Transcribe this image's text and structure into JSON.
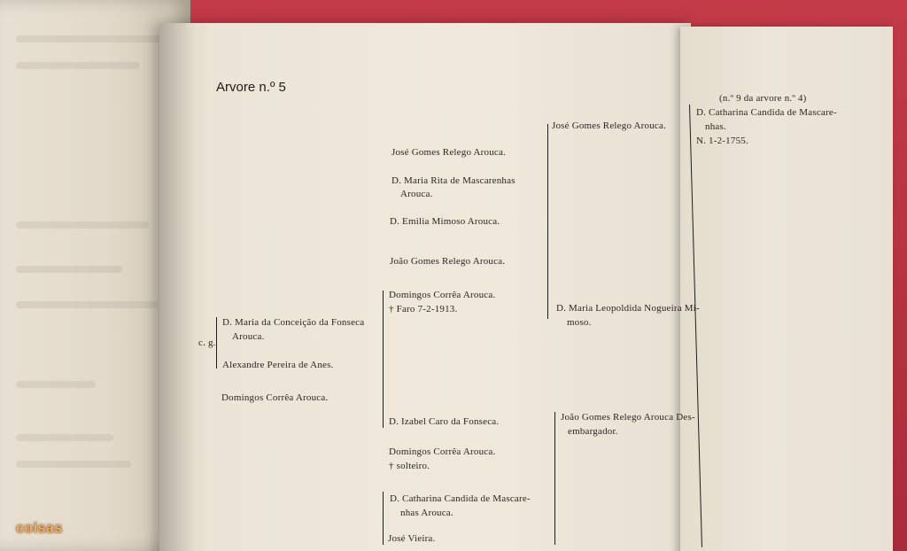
{
  "title": "Arvore n.º 5",
  "col1": {
    "cg": "c. g.",
    "maria_line1": "D. Maria da Conceição da Fonseca",
    "maria_line2": "Arouca.",
    "alexandre": "Alexandre Pereira de Anes.",
    "domingos": "Domingos Corrêa Arouca."
  },
  "col2": {
    "jose": "José Gomes Relego Arouca.",
    "maria_rita_line1": "D. Maria Rita de Mascarenhas",
    "maria_rita_line2": "Arouca.",
    "emilia": "D. Emilia Mimoso Arouca.",
    "joao": "João Gomes Relego Arouca.",
    "domingos_line1": "Domingos Corrêa Arouca.",
    "domingos_line2": "† Faro 7-2-1913.",
    "izabel": "D. Izabel Caro da Fonseca.",
    "domingos2_line1": "Domingos Corrêa Arouca.",
    "domingos2_line2": "† solteiro.",
    "catharina_line1": "D. Catharina Candida de Mascare-",
    "catharina_line2": "nhas Arouca.",
    "jose_vieira": "José Vieira."
  },
  "col3": {
    "jose": "José Gomes Relego Arouca.",
    "leopoldida_line1": "D. Maria Leopoldida Nogueira Mi-",
    "leopoldida_line2": "moso.",
    "joao_line1": "João Gomes Relego Arouca Des-",
    "joao_line2": "embargador."
  },
  "col4": {
    "ref": "(n.º 9 da arvore n.º 4)",
    "catharina_line1": "D. Catharina Candida de Mascare-",
    "catharina_line2": "nhas.",
    "born": "N. 1-2-1755."
  },
  "watermark": "coisas"
}
